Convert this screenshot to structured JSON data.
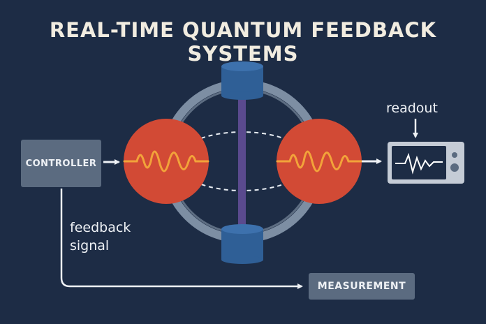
{
  "title": "REAL-TIME QUANTUM FEEDBACK SYSTEMS",
  "nodes": {
    "controller": "CONTROLLER",
    "measurement": "MEASUREMENT"
  },
  "labels": {
    "readout": "readout",
    "feedback_line1": "feedback",
    "feedback_line2": "signal"
  },
  "colors": {
    "background": "#1d2c45",
    "qubit": "#d24a35",
    "waveform": "#f2a33a",
    "ring": "#7d8ea3",
    "cylinder": "#2f5f96",
    "rod": "#5a4a8e",
    "box": "#5b6b80"
  }
}
